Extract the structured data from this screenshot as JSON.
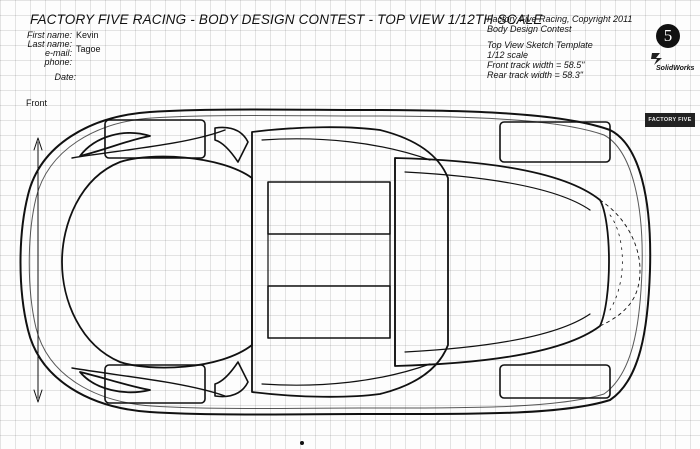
{
  "header": {
    "title": "FACTORY FIVE RACING - BODY DESIGN CONTEST - TOP VIEW 1/12TH SCALE"
  },
  "form": {
    "first_name_label": "First name:",
    "first_name_value": "Kevin",
    "last_name_label": "Last name:",
    "last_name_value": "Tagoe",
    "email_label": "e-mail:",
    "phone_label": "phone:",
    "date_label": "Date:"
  },
  "info": {
    "line1": "Factory Five Racing, Copyright 2011",
    "line2": "Body Design Contest",
    "line3": "Top View Sketch Template",
    "line4": "1/12 scale",
    "line5": "Front track width = 58.5\"",
    "line6": "Rear track width = 58.3\""
  },
  "logos": {
    "ffr_numeral": "5",
    "solidworks": "SolidWorks",
    "ffr_badge": "FACTORY FIVE"
  },
  "drawing": {
    "front_label": "Front"
  },
  "colors": {
    "ink": "#111111",
    "grid": "#d8d8d8",
    "paper": "#fdfdfd"
  }
}
